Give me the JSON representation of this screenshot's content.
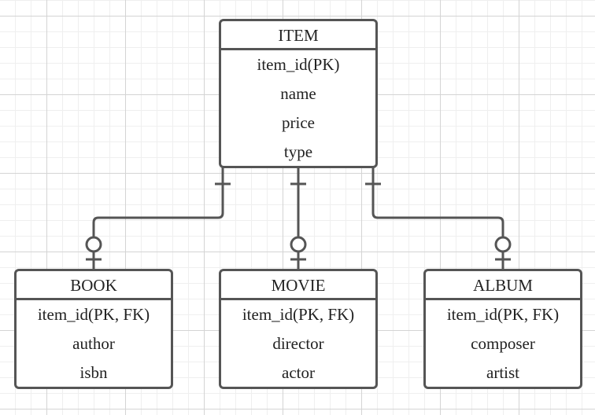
{
  "diagram": {
    "entities": {
      "item": {
        "title": "ITEM",
        "attributes": [
          "item_id(PK)",
          "name",
          "price",
          "type"
        ]
      },
      "book": {
        "title": "BOOK",
        "attributes": [
          "item_id(PK, FK)",
          "author",
          "isbn"
        ]
      },
      "movie": {
        "title": "MOVIE",
        "attributes": [
          "item_id(PK, FK)",
          "director",
          "actor"
        ]
      },
      "album": {
        "title": "ALBUM",
        "attributes": [
          "item_id(PK, FK)",
          "composer",
          "artist"
        ]
      }
    },
    "relationships": [
      {
        "from": "ITEM",
        "to": "BOOK",
        "from_end": "one",
        "to_end": "zero-or-one"
      },
      {
        "from": "ITEM",
        "to": "MOVIE",
        "from_end": "one",
        "to_end": "zero-or-one"
      },
      {
        "from": "ITEM",
        "to": "ALBUM",
        "from_end": "one",
        "to_end": "zero-or-one"
      }
    ],
    "colors": {
      "line": "#555555",
      "grid": "#d4d4d4",
      "text": "#222222"
    }
  }
}
